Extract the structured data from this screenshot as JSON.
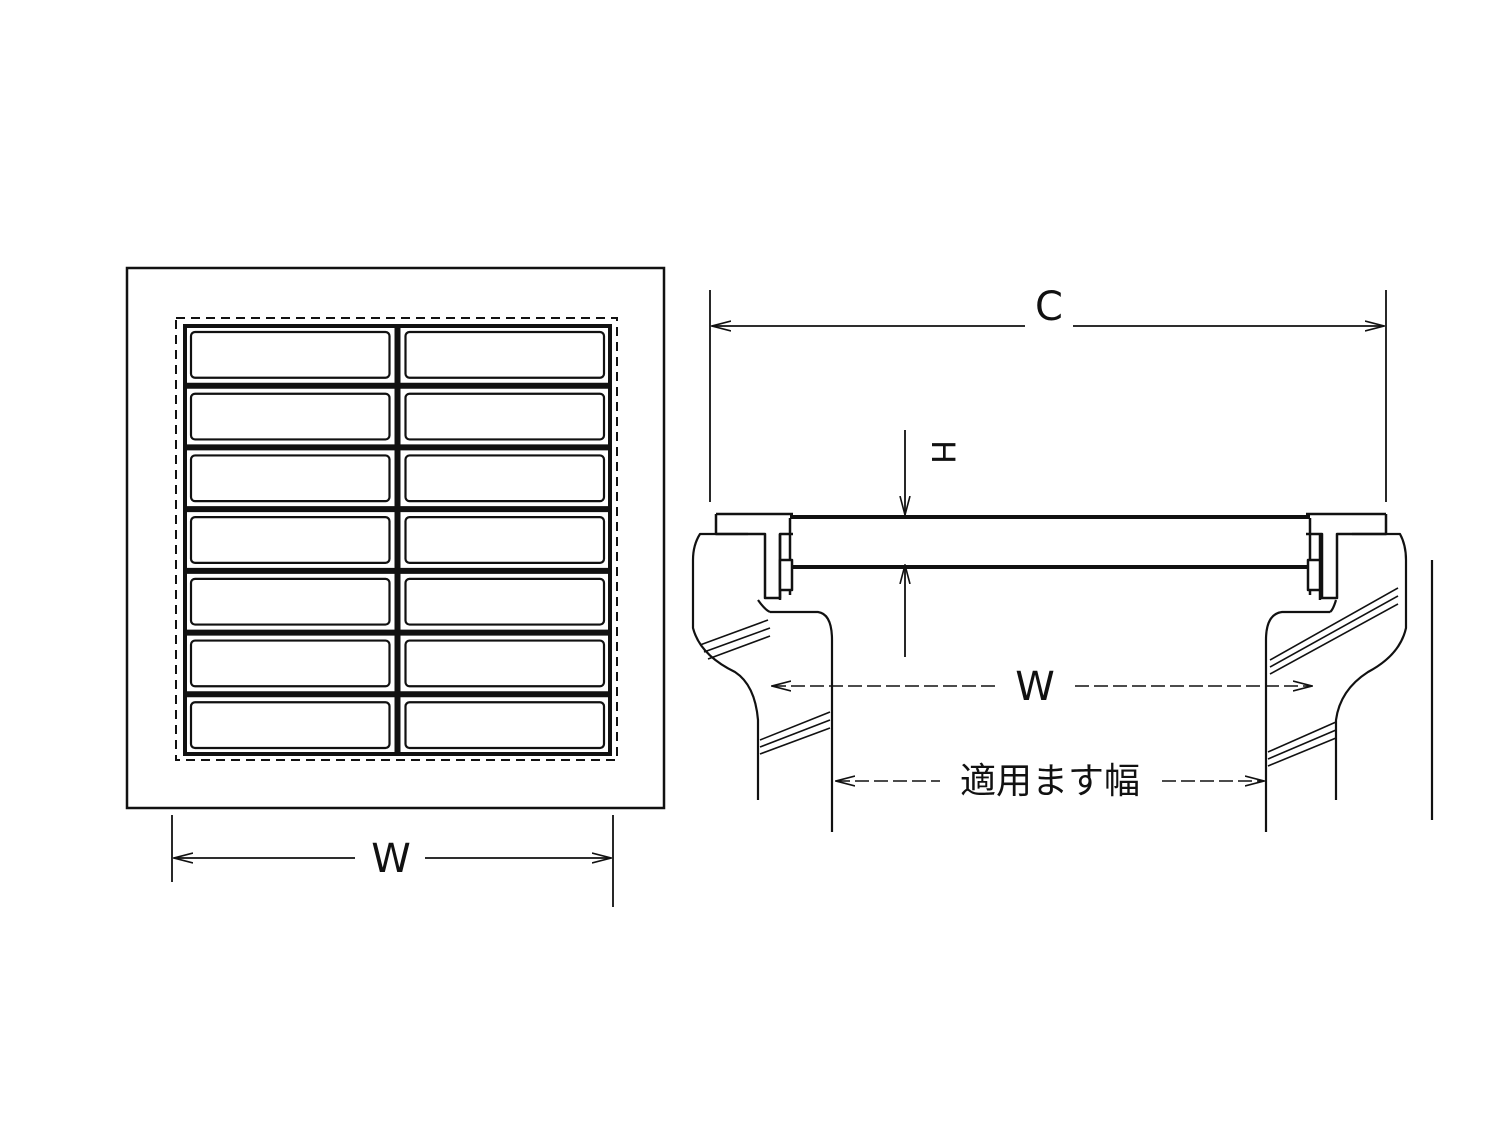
{
  "plan_view": {
    "width_label": "W"
  },
  "section_view": {
    "overall_width_label": "C",
    "height_label": "H",
    "inner_width_label": "W",
    "applicable_pit_width_label": "適用ます幅"
  }
}
